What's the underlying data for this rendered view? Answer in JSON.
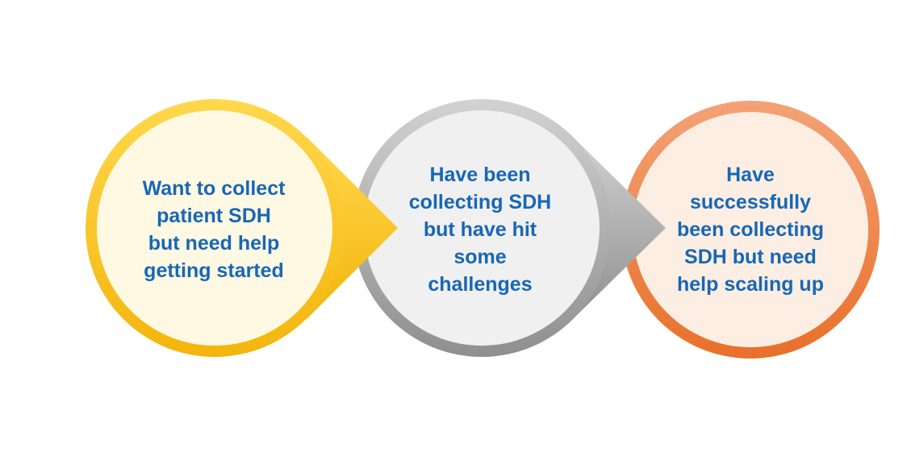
{
  "stages": [
    {
      "lines": [
        "Want to collect",
        "patient SDH",
        "but need help",
        "getting started"
      ],
      "ring_colors": [
        "#ffd84d",
        "#f3b50c"
      ],
      "fill_color": "#fff9e3"
    },
    {
      "lines": [
        "Have been",
        "collecting SDH",
        "but have hit",
        "some",
        "challenges"
      ],
      "ring_colors": [
        "#d2d2d2",
        "#8f8f8f"
      ],
      "fill_color": "#f0f0f0"
    },
    {
      "lines": [
        "Have",
        "successfully",
        "been collecting",
        "SDH but need",
        "help scaling up"
      ],
      "ring_colors": [
        "#f4a276",
        "#e8702a"
      ],
      "fill_color": "#fdeee4"
    }
  ],
  "text_color": "#1767b5"
}
